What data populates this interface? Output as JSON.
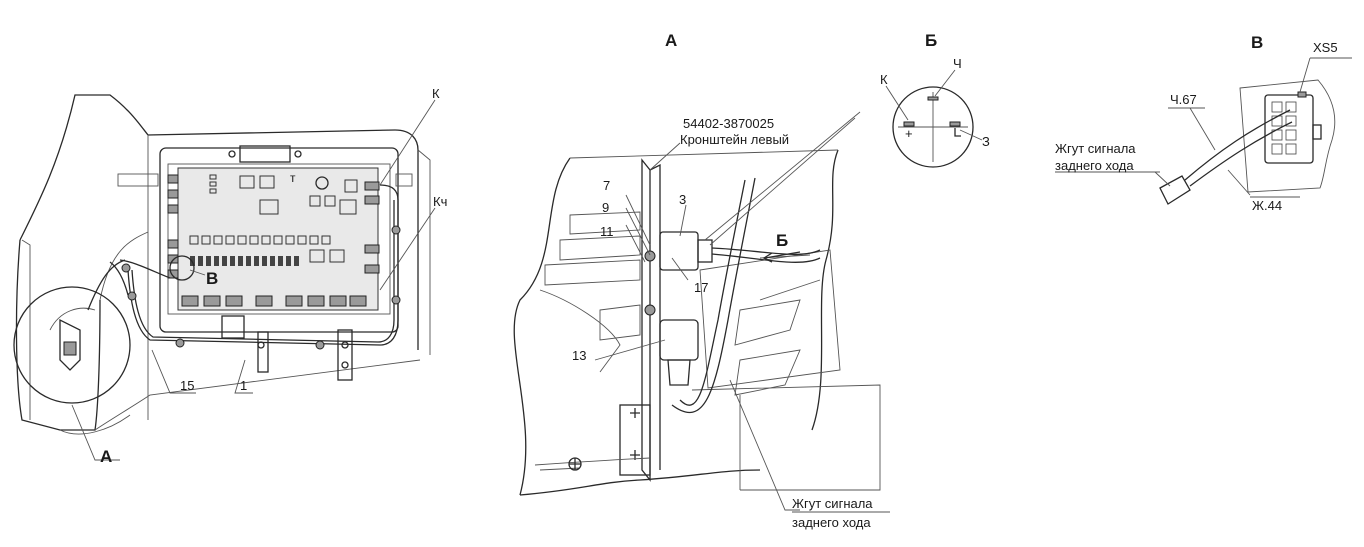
{
  "views": {
    "main": {
      "callout_k": "К",
      "callout_kch": "Кч",
      "callout_b": "В",
      "callout_15": "15",
      "callout_1": "1",
      "view_a_ref": "А"
    },
    "view_a": {
      "title": "А",
      "part_number": "54402-3870025",
      "bracket_name": "Кронштейн левый",
      "callout_7": "7",
      "callout_9": "9",
      "callout_11": "11",
      "callout_3": "3",
      "callout_17": "17",
      "callout_13": "13",
      "arrow_b": "Б",
      "harness_line1": "Жгут сигнала",
      "harness_line2": "заднего хода"
    },
    "view_b": {
      "title": "Б",
      "pin_k": "К",
      "pin_ch": "Ч",
      "pin_z": "З",
      "plus": "+"
    },
    "view_v": {
      "title": "В",
      "connector": "XS5",
      "wire_ch": "Ч.67",
      "wire_zh": "Ж.44",
      "harness_line1": "Жгут сигнала",
      "harness_line2": "заднего хода"
    }
  }
}
